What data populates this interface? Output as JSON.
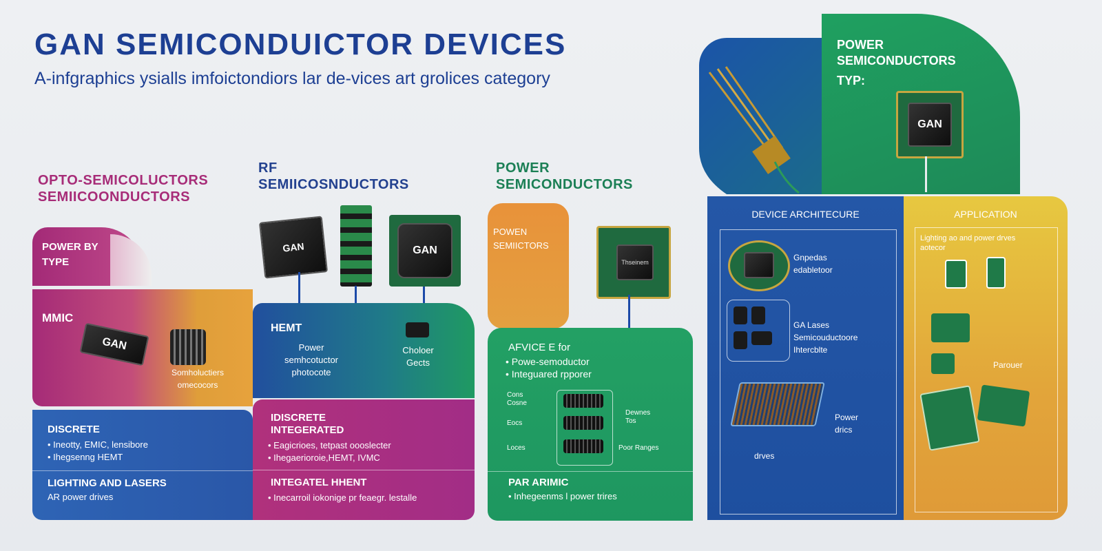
{
  "header": {
    "title": "GAN SEMICONDUICTOR DEVICES",
    "subtitle": "A-infgraphics ysialls imfoictondiors lar de-vices art grolices category"
  },
  "categories": {
    "opto_line1": "OPTO-SEMICOLUCTORS",
    "opto_line2": "SEMIICOONDUCTORS",
    "rf_line1": "RF",
    "rf_line2": "SEMIICOSNDUCTORS",
    "power_line1": "POWER",
    "power_line2": "SEMICONDUCTORS"
  },
  "top_right": {
    "line1": "POWER",
    "line2": "SEMICONDUCTORS",
    "line3": "TYP:",
    "chip_label": "GAN"
  },
  "left_tiles": {
    "power_by_type_1": "POWER BY",
    "power_by_type_2": "TYPE",
    "mmic": "MMIC",
    "mmic_chip": "GAN",
    "small_text_1": "Somholuctiers",
    "small_text_2": "omecocors"
  },
  "rf_chips": {
    "chip1": "GAN",
    "chip3": "GAN"
  },
  "hemt_tile": {
    "title": "HEMT",
    "line1": "Power",
    "line2": "semhcotuctor",
    "line3": "photocote",
    "side1": "Choloer",
    "side2": "Gects"
  },
  "power_tile": {
    "line1": "POWEN",
    "line2": "SEMIICTORS",
    "chip_label": "Thseinem"
  },
  "advice_tile": {
    "title": "AFVICE E for",
    "item1": "Powe-semoductor",
    "item2": "Integuared  rpporer",
    "l1": "Cons",
    "l2": "Cosne",
    "l3": "Eocs",
    "l4": "Loces",
    "r1": "Dewnes",
    "r2": "Tos",
    "r3": "Poor Ranges",
    "bottom_title": "PAR ARIMIC",
    "bottom_item": "Inhegeenms l power trires"
  },
  "discrete_tile": {
    "title": "DISCRETE",
    "item1": "Ineotty, EMIC, lensibore",
    "item2": "Ihegsenng  HEMT",
    "bottom_title": "LIGHTING AND LASERS",
    "bottom_item": "AR  power drives"
  },
  "integrated_tile": {
    "title1": "IDISCRETE",
    "title2": "INTEGERATED",
    "item1": "Eagicrioes, tetpast oooslecter",
    "item2": "Ihegaerioroie,HEMT,  IVMC",
    "bottom_title": "INTEGATEL  HHENT",
    "bottom_item": "Inecarroil iokonige pr feaegr. lestalle"
  },
  "architecture_panel": {
    "heading": "DEVICE ARCHITECURE",
    "t1": "Gnpedas",
    "t2": "edabletoor",
    "t3": "GA Lases",
    "t4": "Semicouductoore",
    "t5": "Ihtercblte",
    "t6": "Power",
    "t7": "drics",
    "t8": "drves"
  },
  "application_panel": {
    "heading": "APPLICATION",
    "t1": "Lighting ao and power drves",
    "t2": "aotecor",
    "t3": "Parouer"
  }
}
